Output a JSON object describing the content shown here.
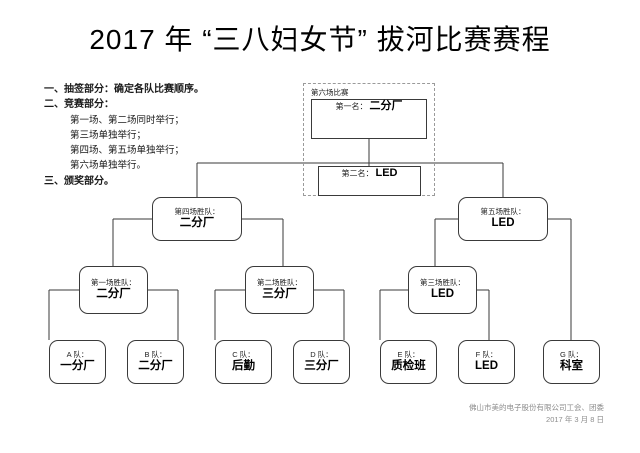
{
  "page": {
    "title": "2017 年 “三八妇女节” 拔河比赛赛程"
  },
  "notes": {
    "lines": [
      {
        "text": "一、抽签部分：确定各队比赛顺序。",
        "style": "head"
      },
      {
        "text": "二、竞赛部分：",
        "style": "head"
      },
      {
        "text": "第一场、第二场同时举行；",
        "style": "indent"
      },
      {
        "text": "第三场单独举行；",
        "style": "indent"
      },
      {
        "text": "第四场、第五场单独举行；",
        "style": "indent"
      },
      {
        "text": "第六场单独举行。",
        "style": "indent"
      },
      {
        "text": "三、颁奖部分。",
        "style": "head"
      }
    ]
  },
  "champion_zone": {
    "label": "第六场比赛",
    "first_place": {
      "label": "第一名：",
      "value": "二分厂"
    },
    "second_place": {
      "label": "第二名：",
      "value": "LED"
    }
  },
  "bracket": {
    "semifinals": [
      {
        "label": "第四场胜队：",
        "value": "二分厂"
      },
      {
        "label": "第五场胜队：",
        "value": "LED"
      }
    ],
    "quarterfinals": [
      {
        "label": "第一场胜队：",
        "value": "二分厂"
      },
      {
        "label": "第二场胜队：",
        "value": "三分厂"
      },
      {
        "label": "第三场胜队：",
        "value": "LED"
      }
    ],
    "teams": [
      {
        "label": "A 队：",
        "value": "一分厂"
      },
      {
        "label": "B 队：",
        "value": "二分厂"
      },
      {
        "label": "C 队：",
        "value": "后勤"
      },
      {
        "label": "D 队：",
        "value": "三分厂"
      },
      {
        "label": "E 队：",
        "value": "质检班"
      },
      {
        "label": "F 队：",
        "value": "LED"
      },
      {
        "label": "G 队：",
        "value": "科室"
      }
    ]
  },
  "footer": {
    "organization": "佛山市美的电子股份有限公司工会、团委",
    "date": "2017 年 3 月 8 日"
  },
  "colors": {
    "line": "#3a3a3a",
    "dashed": "#9a9a9a",
    "text": "#000000",
    "footer_text": "#8d8d8d"
  }
}
